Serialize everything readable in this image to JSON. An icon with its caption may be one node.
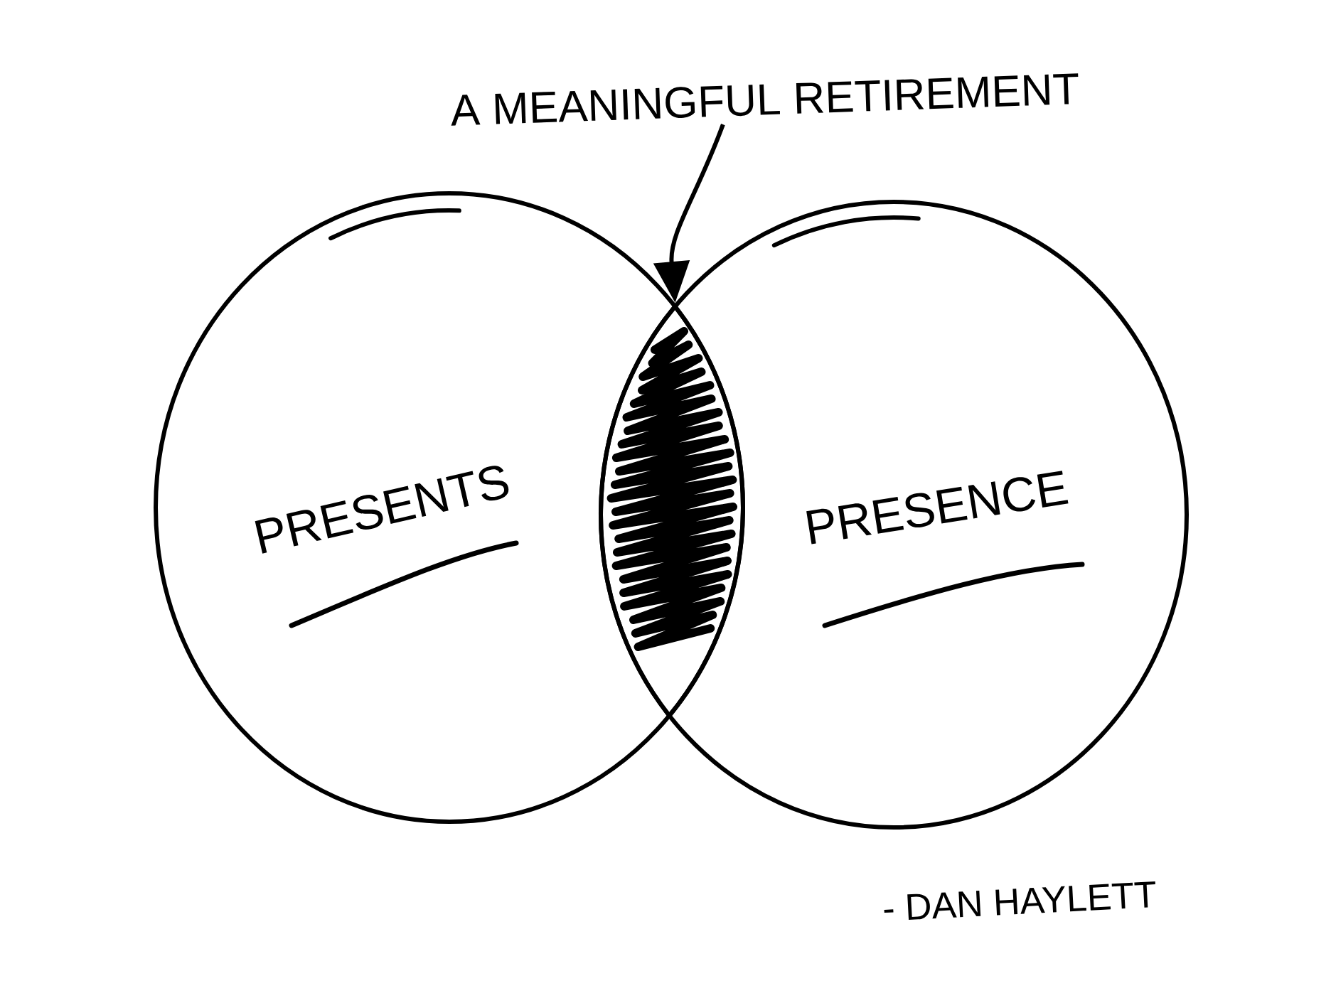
{
  "diagram": {
    "nodes": [
      {
        "text": [
          "A MEANINGFUL RETIREMENT"
        ]
      },
      {
        "text": [
          "PRESENTS"
        ]
      },
      {
        "text": [],
        "shape": "lens"
      },
      {
        "text": [
          "PRESENCE"
        ]
      }
    ],
    "edges": [
      {
        "from": 0,
        "to": 2,
        "arrow": "to"
      }
    ],
    "labels": [
      "- DAN HAYLETT"
    ]
  }
}
